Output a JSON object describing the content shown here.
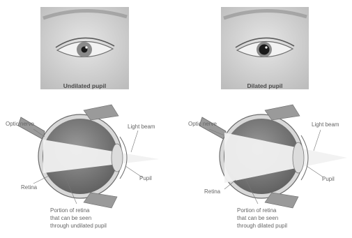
{
  "panels": [
    {
      "caption": "Undilated pupil",
      "labels": {
        "optic_nerve": "Optic nerve",
        "light_beam": "Light beam",
        "retina": "Retina",
        "pupil": "Pupil",
        "portion_line1": "Portion of retina",
        "portion_line2": "that can be seen",
        "portion_line3": "through undilated pupil"
      }
    },
    {
      "caption": "Dilated pupil",
      "labels": {
        "optic_nerve": "Optic nerve",
        "light_beam": "Light beam",
        "retina": "Retina",
        "pupil": "Pupil",
        "portion_line1": "Portion of retina",
        "portion_line2": "that can be seen",
        "portion_line3": "through dilated pupil"
      }
    }
  ],
  "colors": {
    "skin": "#d4d4d4",
    "iris": "#8a8a8a",
    "pupil": "#1a1a1a",
    "eyeball_dark": "#7a7a7a",
    "light_beam": "#f0f0f0",
    "line": "#777777"
  }
}
